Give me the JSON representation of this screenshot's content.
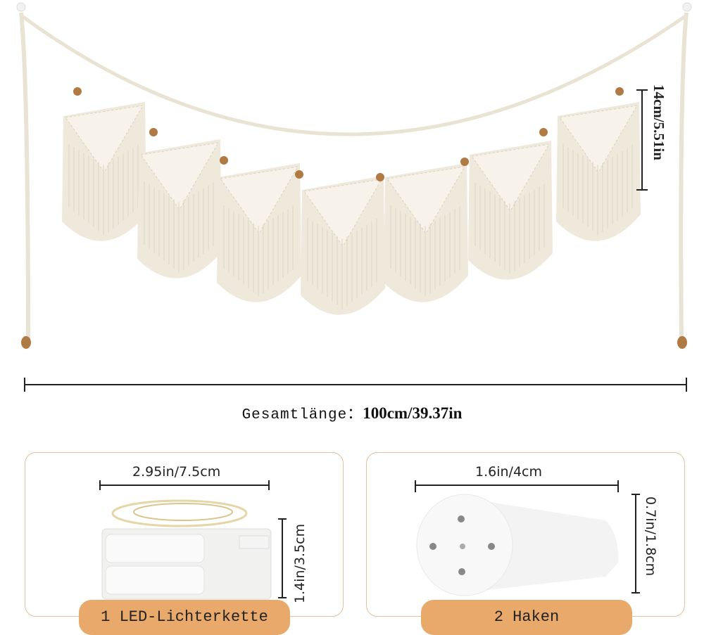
{
  "garland": {
    "height_label": "14cm/5.51in",
    "total_label": "Gesamtlänge：",
    "total_value": "100cm/39.37in",
    "pennant_count": 7
  },
  "accessories": [
    {
      "name": "1 LED-Lichterkette",
      "width_label": "2.95in/7.5cm",
      "height_label": "1.4in/3.5cm"
    },
    {
      "name": "2 Haken",
      "width_label": "1.6in/4cm",
      "height_label": "0.7in/1.8cm"
    }
  ],
  "colors": {
    "accent": "#e8a96b",
    "box_border": "#e3c29a",
    "macrame": "#efe9dc",
    "bead": "#b07a45"
  }
}
